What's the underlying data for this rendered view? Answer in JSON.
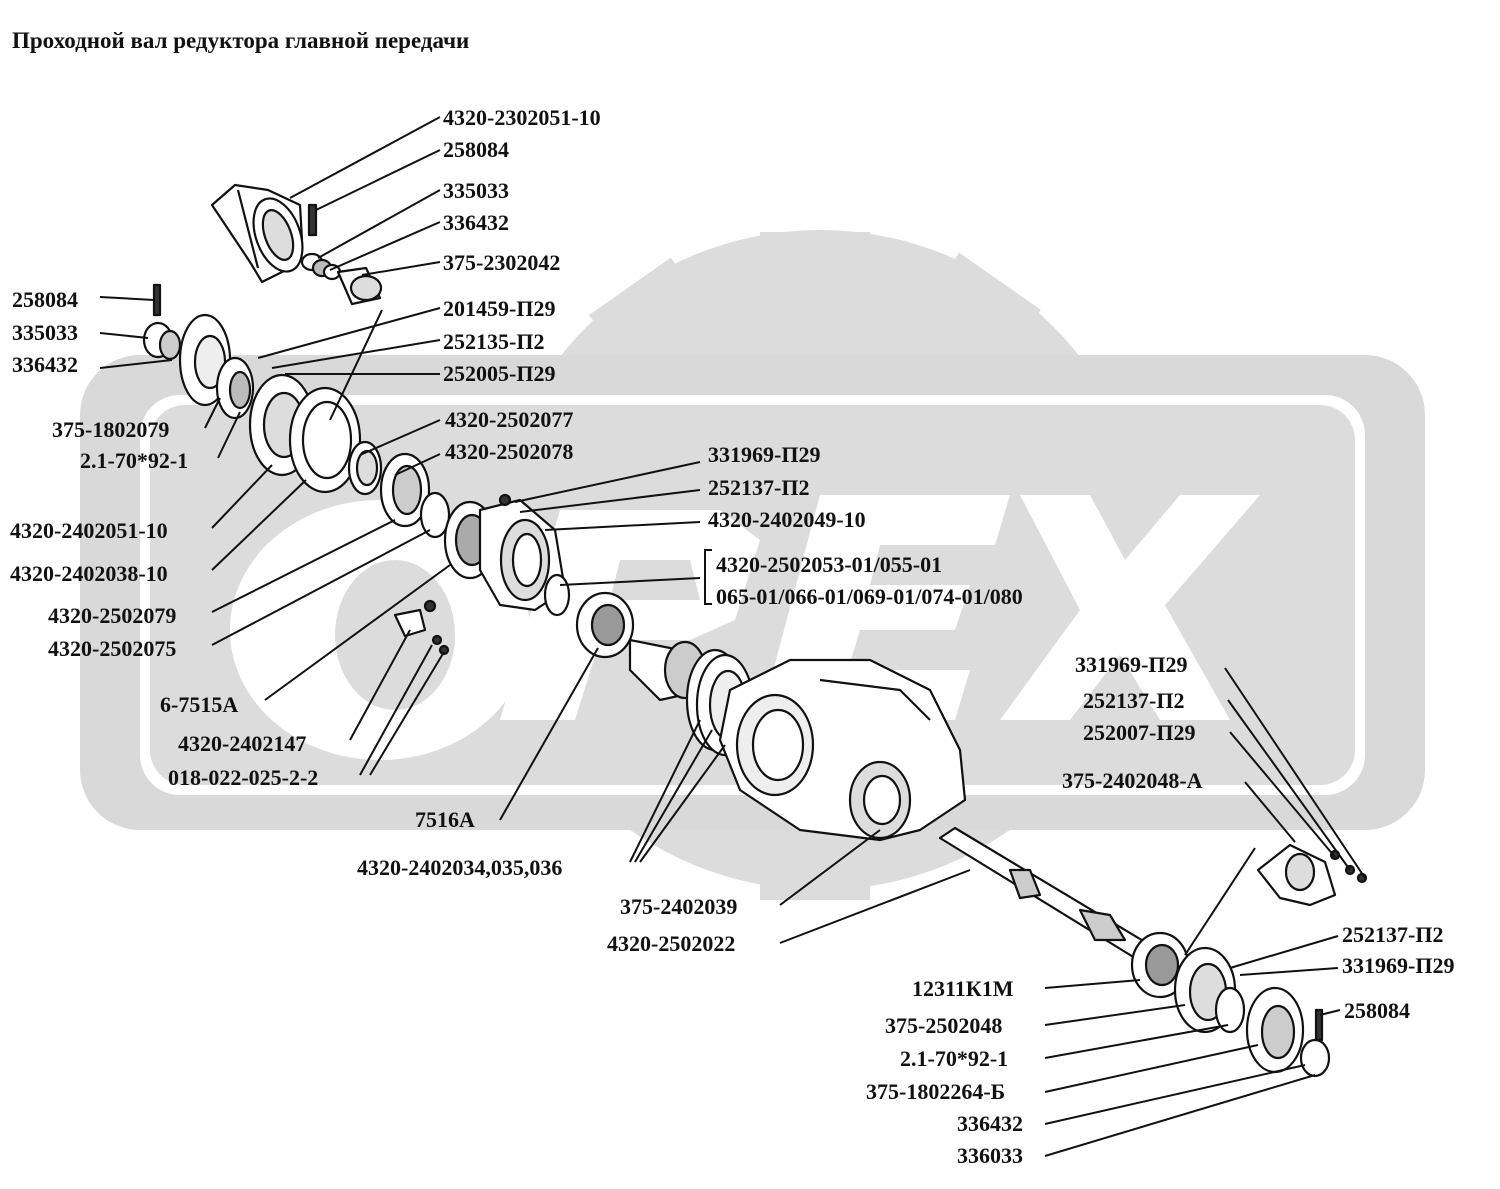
{
  "title": "Проходной вал редуктора главной передачи",
  "watermark": "OPEX",
  "colors": {
    "line": "#111111",
    "watermark": "#d9d9d9",
    "part_fill": "#ffffff",
    "text": "#111111"
  },
  "labels": {
    "l1": "4320-2302051-10",
    "l2": "258084",
    "l3": "335033",
    "l4": "336432",
    "l5": "375-2302042",
    "l6": "258084",
    "l7": "335033",
    "l8": "336432",
    "l9": "201459-П29",
    "l10": "252135-П2",
    "l11": "252005-П29",
    "l12": "4320-2502077",
    "l13": "375-1802079",
    "l14": "2.1-70*92-1",
    "l15": "4320-2502078",
    "l16": "331969-П29",
    "l17": "252137-П2",
    "l18": "4320-2402049-10",
    "l19": "4320-2502053-01/055-01",
    "l20": "065-01/066-01/069-01/074-01/080",
    "l21": "4320-2402051-10",
    "l22": "4320-2402038-10",
    "l23": "4320-2502079",
    "l24": "4320-2502075",
    "l25": "6-7515А",
    "l26": "4320-2402147",
    "l27": "018-022-025-2-2",
    "l28": "7516А",
    "l29": "331969-П29",
    "l30": "252137-П2",
    "l31": "252007-П29",
    "l32": "375-2402048-А",
    "l33": "4320-2402034,035,036",
    "l34": "375-2402039",
    "l35": "4320-2502022",
    "l36": "252137-П2",
    "l37": "331969-П29",
    "l38": "12311К1М",
    "l39": "258084",
    "l40": "375-2502048",
    "l41": "2.1-70*92-1",
    "l42": "375-1802264-Б",
    "l43": "336432",
    "l44": "336033"
  }
}
